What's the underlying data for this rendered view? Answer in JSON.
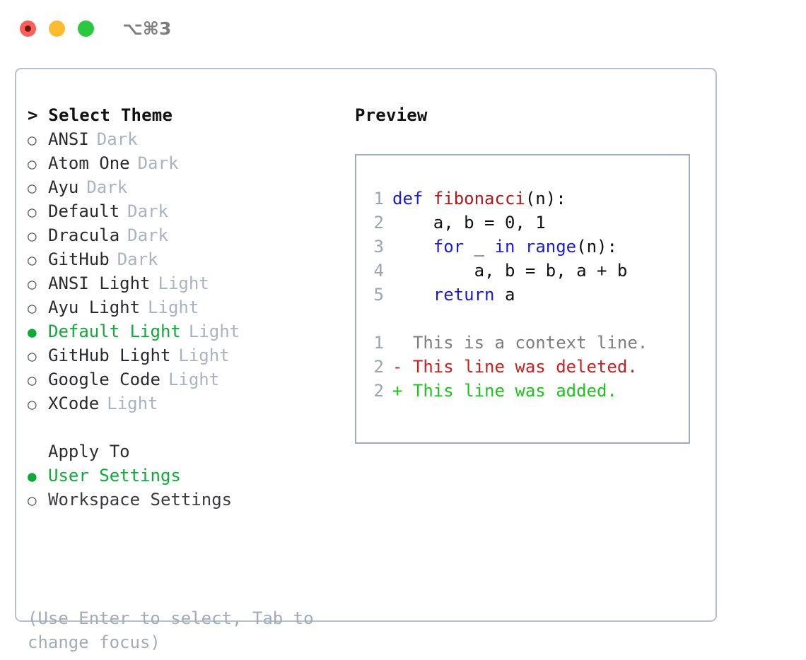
{
  "titlebar": {
    "shortcut": "⌥⌘3",
    "buttons": [
      {
        "name": "close",
        "color": "#fc5f57"
      },
      {
        "name": "minimize",
        "color": "#fcbc2e"
      },
      {
        "name": "maximize",
        "color": "#29c83f"
      }
    ]
  },
  "theme_section": {
    "header": "> Select Theme",
    "items": [
      {
        "bullet": "○",
        "name": "ANSI",
        "tag": "Dark",
        "selected": false
      },
      {
        "bullet": "○",
        "name": "Atom One",
        "tag": "Dark",
        "selected": false
      },
      {
        "bullet": "○",
        "name": "Ayu",
        "tag": "Dark",
        "selected": false
      },
      {
        "bullet": "○",
        "name": "Default",
        "tag": "Dark",
        "selected": false
      },
      {
        "bullet": "○",
        "name": "Dracula",
        "tag": "Dark",
        "selected": false
      },
      {
        "bullet": "○",
        "name": "GitHub",
        "tag": "Dark",
        "selected": false
      },
      {
        "bullet": "○",
        "name": "ANSI Light",
        "tag": "Light",
        "selected": false
      },
      {
        "bullet": "○",
        "name": "Ayu Light",
        "tag": "Light",
        "selected": false
      },
      {
        "bullet": "●",
        "name": "Default Light",
        "tag": "Light",
        "selected": true
      },
      {
        "bullet": "○",
        "name": "GitHub Light",
        "tag": "Light",
        "selected": false
      },
      {
        "bullet": "○",
        "name": "Google Code",
        "tag": "Light",
        "selected": false
      },
      {
        "bullet": "○",
        "name": "XCode",
        "tag": "Light",
        "selected": false
      }
    ]
  },
  "apply_section": {
    "header": "Apply To",
    "items": [
      {
        "bullet": "●",
        "name": "User Settings",
        "selected": true
      },
      {
        "bullet": "○",
        "name": "Workspace Settings",
        "selected": false
      }
    ]
  },
  "help_text": "(Use Enter to select, Tab to change focus)",
  "preview": {
    "header": "Preview",
    "code_lines": [
      {
        "num": "1",
        "parts": [
          {
            "t": "def ",
            "c": "kw"
          },
          {
            "t": "fibonacci",
            "c": "fn"
          },
          {
            "t": "(n):",
            "c": "plain"
          }
        ]
      },
      {
        "num": "2",
        "parts": [
          {
            "t": "    a, b = 0, 1",
            "c": "plain"
          }
        ]
      },
      {
        "num": "3",
        "parts": [
          {
            "t": "    ",
            "c": "plain"
          },
          {
            "t": "for",
            "c": "kw"
          },
          {
            "t": " _ ",
            "c": "plain"
          },
          {
            "t": "in",
            "c": "kw"
          },
          {
            "t": " ",
            "c": "plain"
          },
          {
            "t": "range",
            "c": "kw"
          },
          {
            "t": "(n):",
            "c": "plain"
          }
        ]
      },
      {
        "num": "4",
        "parts": [
          {
            "t": "        a, b = b, a + b",
            "c": "plain"
          }
        ]
      },
      {
        "num": "5",
        "parts": [
          {
            "t": "    ",
            "c": "plain"
          },
          {
            "t": "return",
            "c": "kw"
          },
          {
            "t": " a",
            "c": "plain"
          }
        ]
      }
    ],
    "diff_lines": [
      {
        "num": "1",
        "text": "  This is a context line.",
        "kind": "ctx"
      },
      {
        "num": "2",
        "text": "- This line was deleted.",
        "kind": "del"
      },
      {
        "num": "2",
        "text": "+ This line was added.",
        "kind": "add"
      }
    ]
  },
  "colors": {
    "accent_green": "#11a83a",
    "diff_deleted": "#cc2020",
    "diff_added": "#1ec41e",
    "keyword_blue": "#1a19e0",
    "function_red": "#b01818",
    "muted": "#a9b3c3",
    "border": "#b6bfcc"
  }
}
